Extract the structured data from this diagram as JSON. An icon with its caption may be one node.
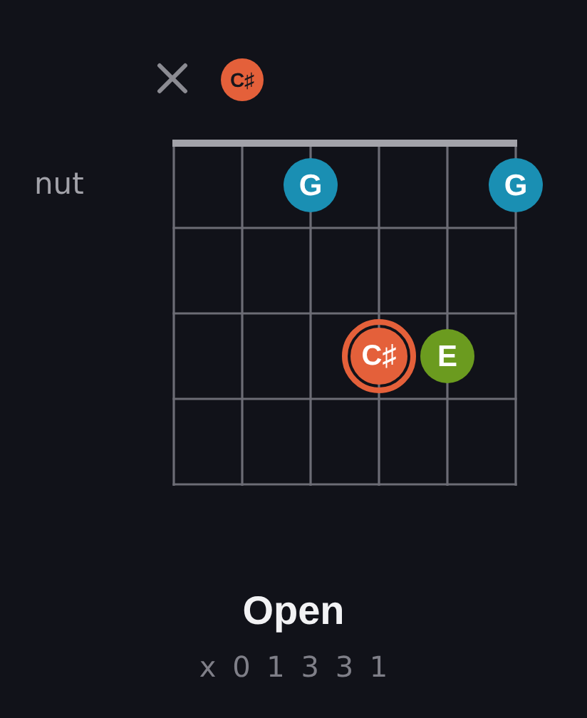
{
  "diagram": {
    "title": "Open",
    "nodes": [
      {
        "text": [
          "C♯"
        ]
      },
      {
        "text": [
          "G"
        ]
      },
      {
        "text": [
          "G"
        ]
      },
      {
        "text": [
          "C♯"
        ]
      },
      {
        "text": [
          "E"
        ]
      }
    ],
    "labels": [
      "nut",
      "x 0 1 3 3 1"
    ]
  }
}
